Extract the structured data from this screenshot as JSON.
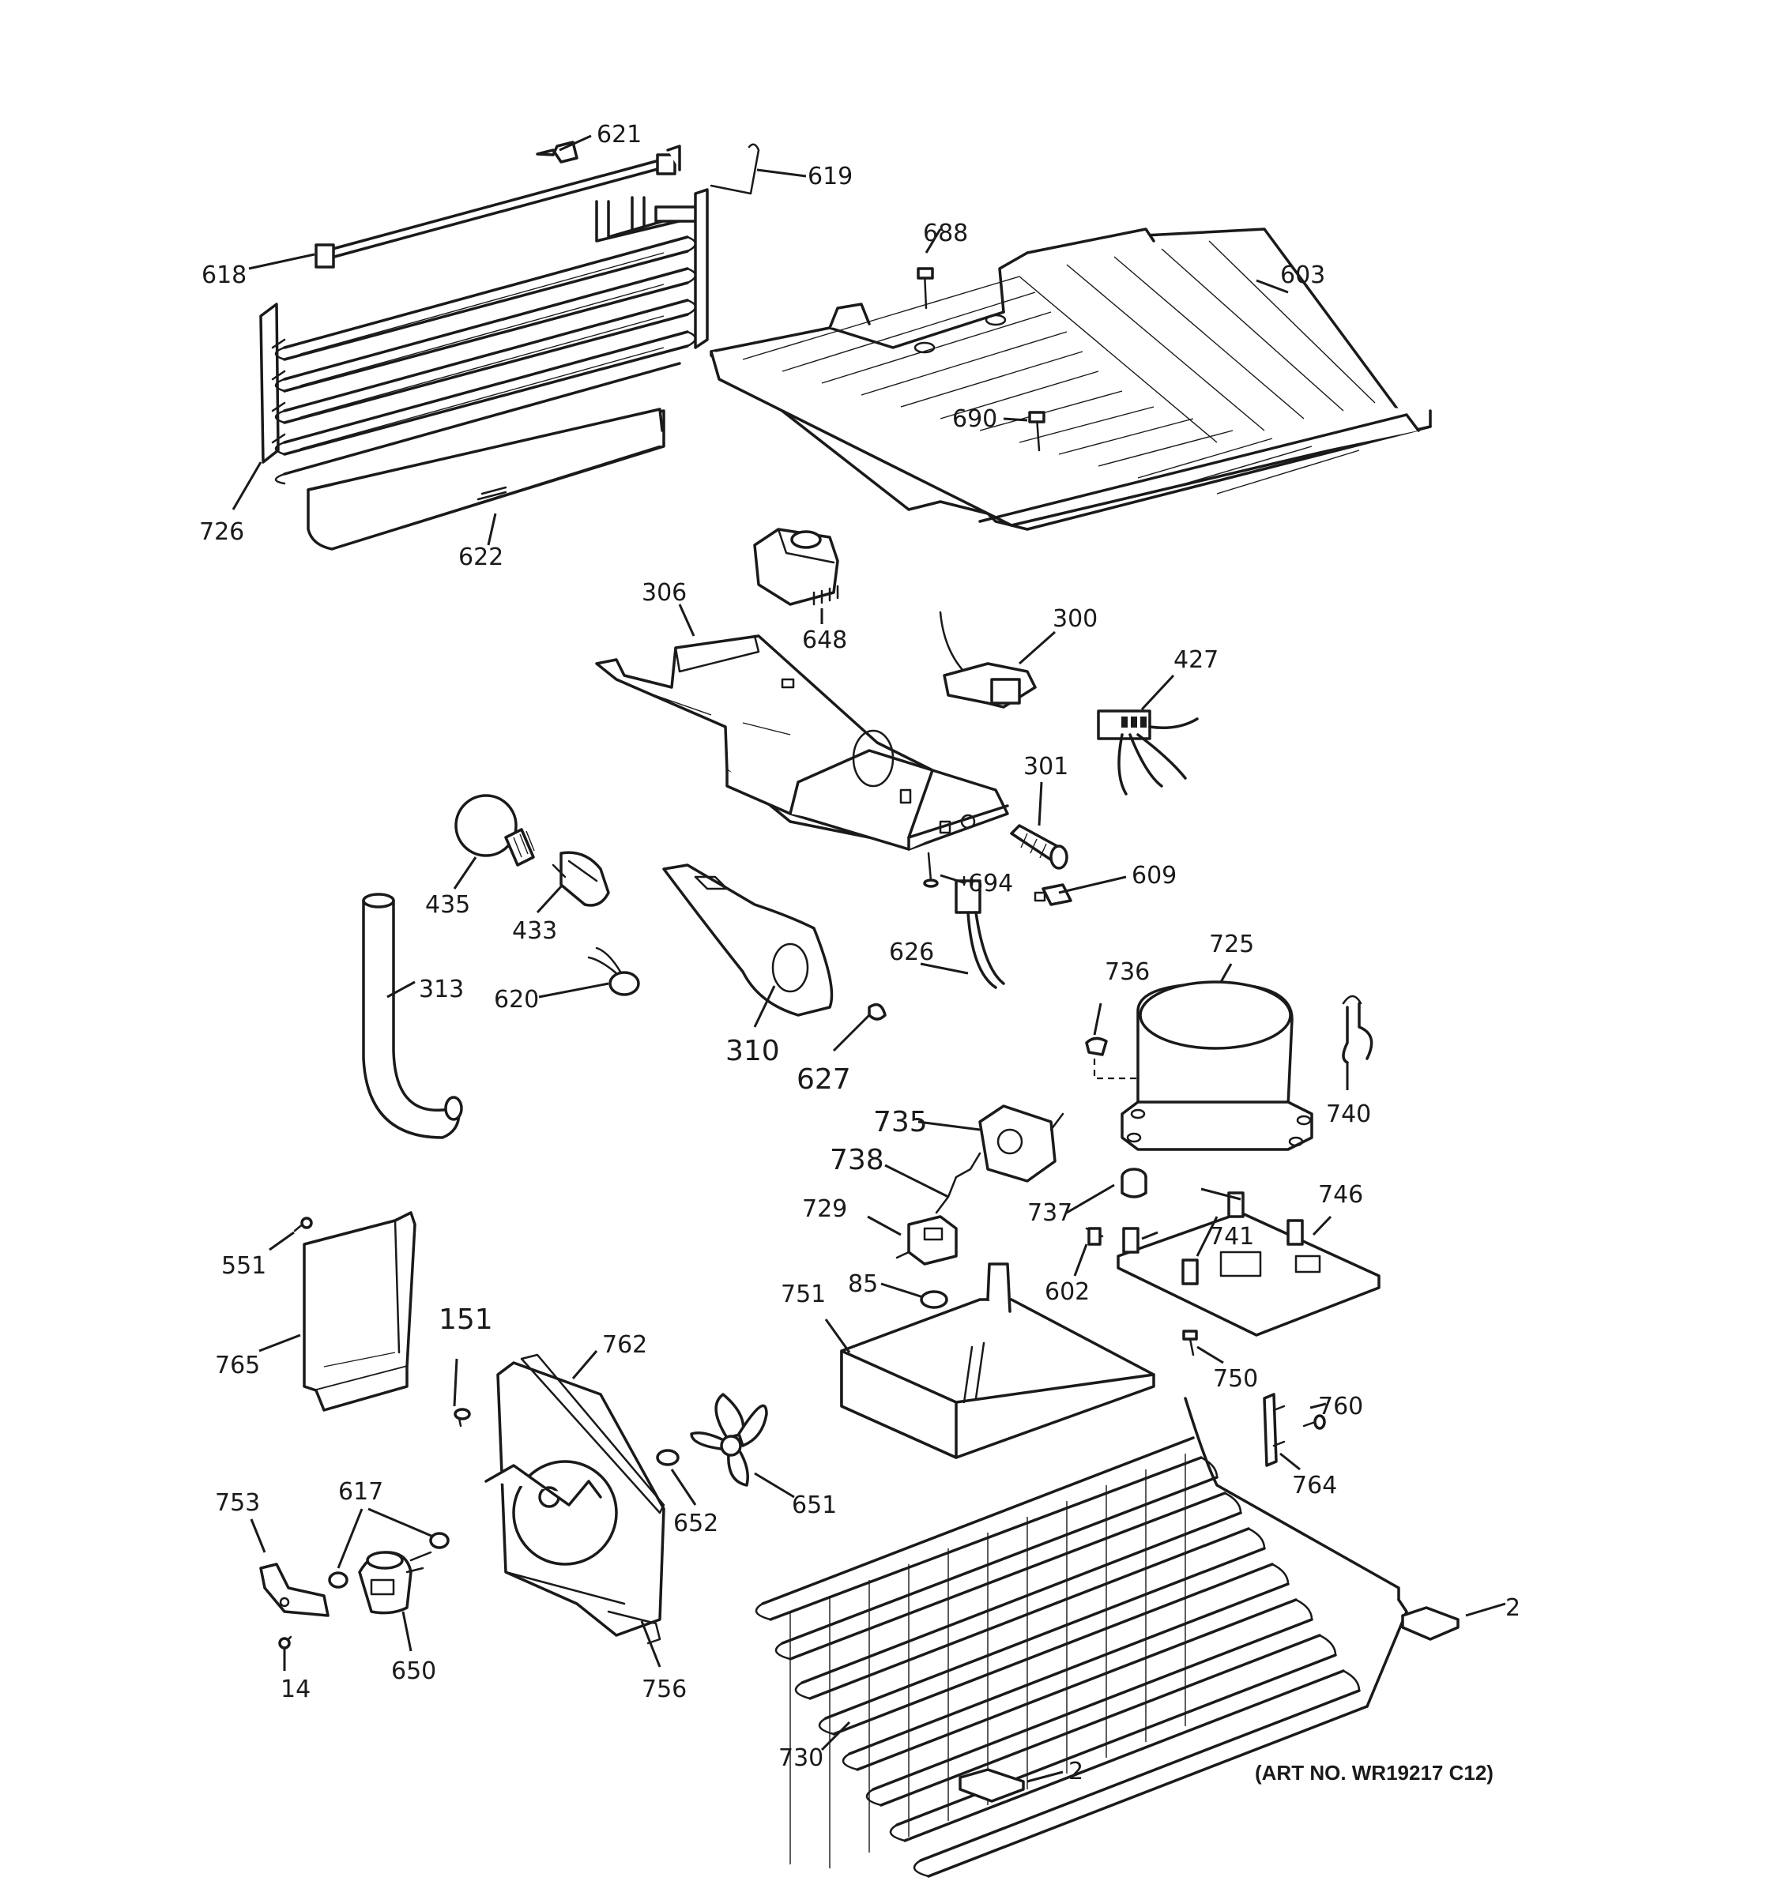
{
  "art_number": "(ART NO. WR19217 C12)",
  "callouts": {
    "p621": "621",
    "p619": "619",
    "p618": "618",
    "p726": "726",
    "p622": "622",
    "p688": "688",
    "p603": "603",
    "p690": "690",
    "p306": "306",
    "p648": "648",
    "p300": "300",
    "p427": "427",
    "p301": "301",
    "p694": "694",
    "p609": "609",
    "p435": "435",
    "p433": "433",
    "p313": "313",
    "p620": "620",
    "p310": "310",
    "p626": "626",
    "p627": "627",
    "p736": "736",
    "p725": "725",
    "p740": "740",
    "p735": "735",
    "p738": "738",
    "p729": "729",
    "p737": "737",
    "p746": "746",
    "p741": "741",
    "p602": "602",
    "p85": "85",
    "p751": "751",
    "p750": "750",
    "p551": "551",
    "p765": "765",
    "p151": "151",
    "p762": "762",
    "p753": "753",
    "p617": "617",
    "p652": "652",
    "p651": "651",
    "p760": "760",
    "p764": "764",
    "p14": "14",
    "p650": "650",
    "p756": "756",
    "p730": "730",
    "p2a": "2",
    "p2b": "2"
  }
}
